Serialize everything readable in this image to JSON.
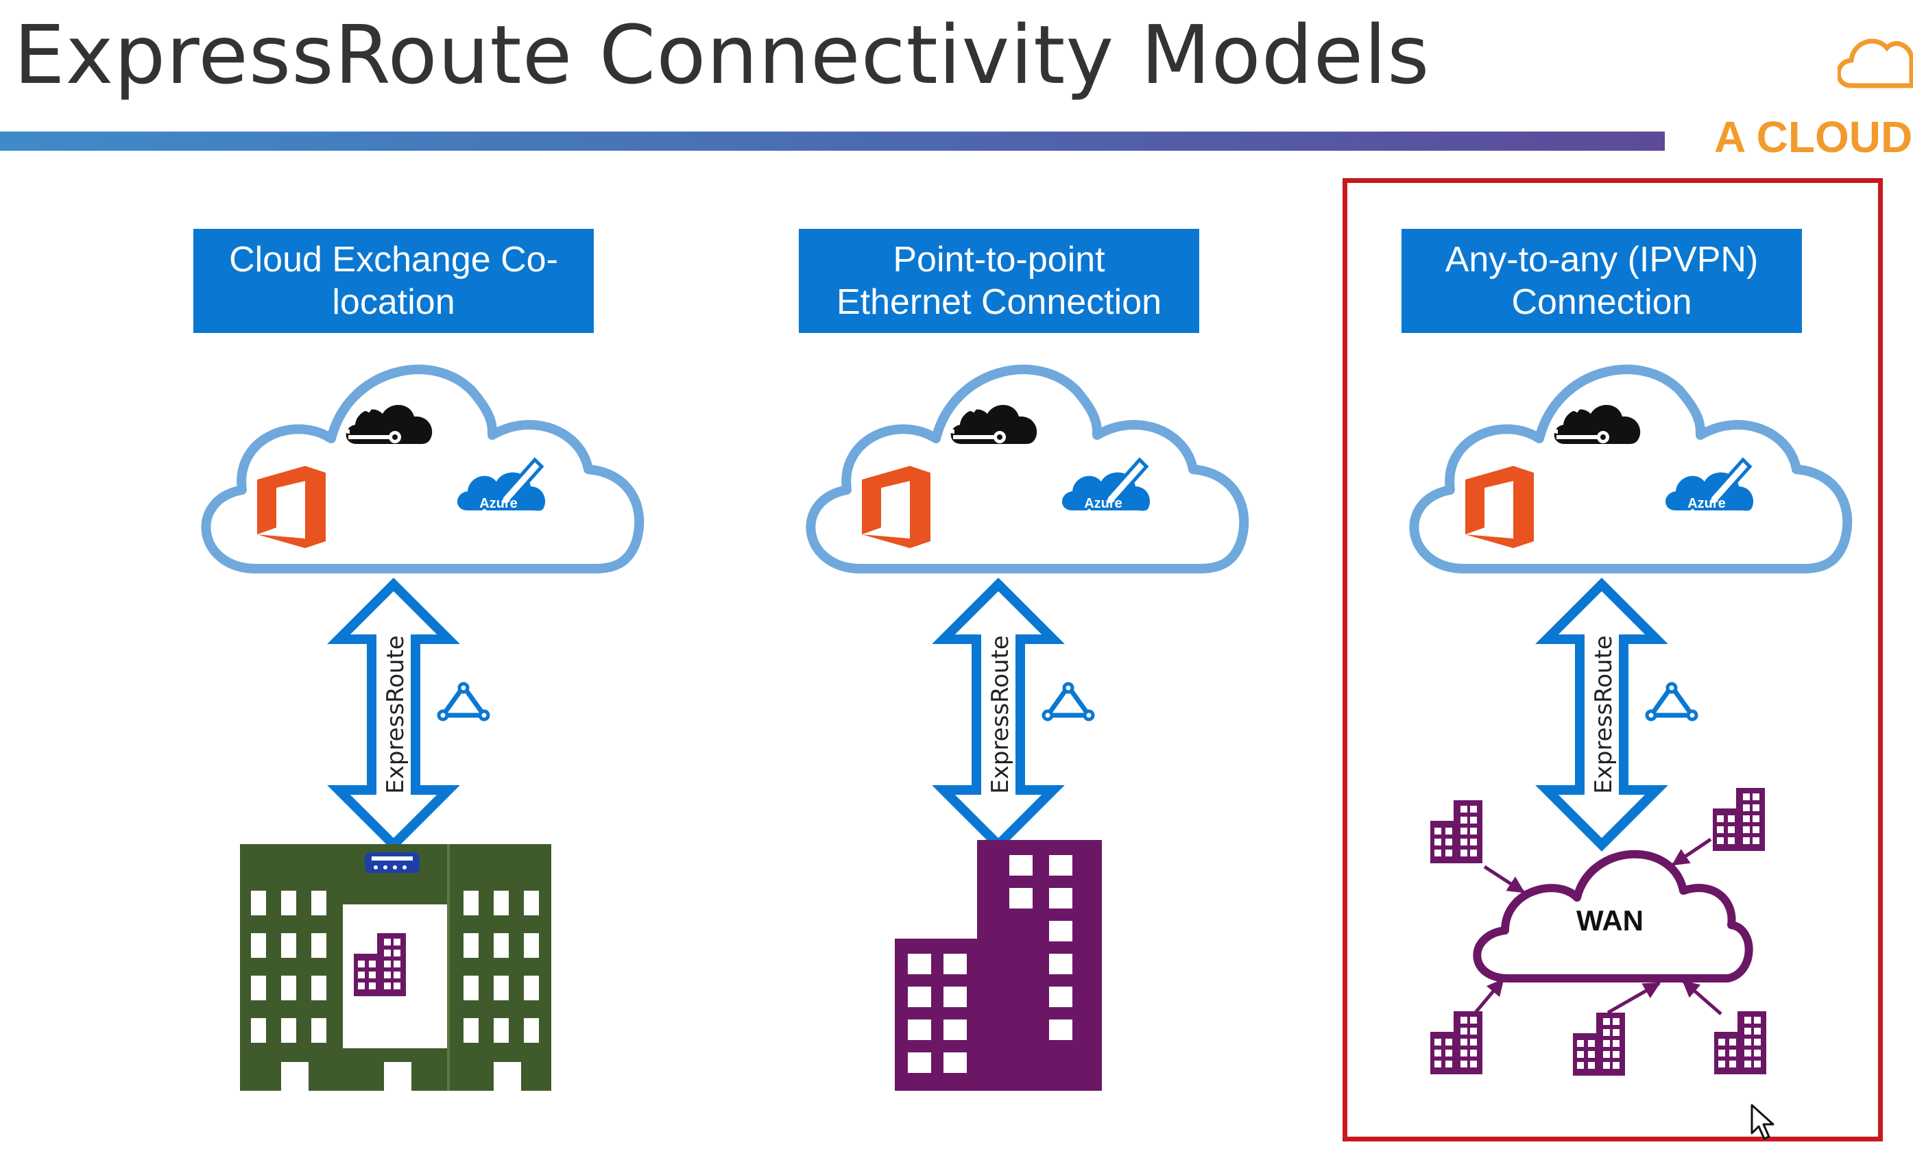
{
  "slide": {
    "title": "ExpressRoute Connectivity Models",
    "brand": "A CLOUD"
  },
  "models": [
    {
      "label": "Cloud Exchange Co-\nlocation",
      "link_label": "ExpressRoute",
      "azure_label": "Azure"
    },
    {
      "label": "Point-to-point\nEthernet Connection",
      "link_label": "ExpressRoute",
      "azure_label": "Azure"
    },
    {
      "label": "Any-to-any (IPVPN)\nConnection",
      "link_label": "ExpressRoute",
      "azure_label": "Azure",
      "wan_label": "WAN"
    }
  ],
  "colors": {
    "accent_blue": "#0a78d2",
    "cloud_outline": "#6fa8dc",
    "office_orange": "#e8531f",
    "datacenter_green": "#3f5b2b",
    "building_purple": "#6b1766",
    "highlight_red": "#c8191c",
    "brand_orange": "#f39a2c"
  },
  "icons": [
    "cloud-outline-icon",
    "azure-cloud-connect-icon",
    "office-icon",
    "azure-edit-icon",
    "network-triangle-icon",
    "datacenter-building-icon",
    "office-building-icon",
    "wan-cloud-icon",
    "mouse-cursor-icon"
  ]
}
